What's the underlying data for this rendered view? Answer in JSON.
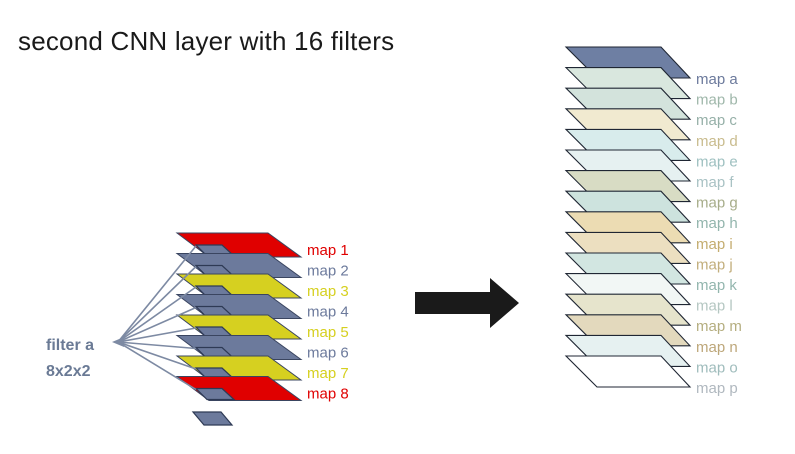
{
  "title": "second CNN layer with 16 filters",
  "filter": {
    "name": "filter a",
    "size": "8x2x2"
  },
  "left_maps": [
    {
      "label": "map 1",
      "color": "#e00000"
    },
    {
      "label": "map 2",
      "color": "#6c7a9c"
    },
    {
      "label": "map 3",
      "color": "#d6d020"
    },
    {
      "label": "map 4",
      "color": "#6c7a9c"
    },
    {
      "label": "map 5",
      "color": "#d6d020"
    },
    {
      "label": "map 6",
      "color": "#6c7a9c"
    },
    {
      "label": "map 7",
      "color": "#d6d020"
    },
    {
      "label": "map 8",
      "color": "#e00000"
    }
  ],
  "right_maps": [
    {
      "label": "map a",
      "fill": "#6e7fa3",
      "text": "#6c7a9c"
    },
    {
      "label": "map b",
      "fill": "#d9e7de",
      "text": "#9fb7aa"
    },
    {
      "label": "map c",
      "fill": "#d3e3dc",
      "text": "#96b0a8"
    },
    {
      "label": "map d",
      "fill": "#f1ead0",
      "text": "#c9bc8e"
    },
    {
      "label": "map e",
      "fill": "#d8ecec",
      "text": "#9ec0c0"
    },
    {
      "label": "map f",
      "fill": "#e6f1f1",
      "text": "#a9c2c4"
    },
    {
      "label": "map g",
      "fill": "#d8dcc4",
      "text": "#a7ad8a"
    },
    {
      "label": "map h",
      "fill": "#cde3de",
      "text": "#93b5ad"
    },
    {
      "label": "map i",
      "fill": "#ecdcb3",
      "text": "#c4ad70"
    },
    {
      "label": "map j",
      "fill": "#ecdfc0",
      "text": "#c2ae7c"
    },
    {
      "label": "map k",
      "fill": "#d2e6e1",
      "text": "#93b6ae"
    },
    {
      "label": "map l",
      "fill": "#f2f7f5",
      "text": "#b5c7c2"
    },
    {
      "label": "map m",
      "fill": "#e6e4cc",
      "text": "#b5ae80"
    },
    {
      "label": "map n",
      "fill": "#e3d9bd",
      "text": "#bda77a"
    },
    {
      "label": "map o",
      "fill": "#e6f1f1",
      "text": "#9fbcbc"
    },
    {
      "label": "map p",
      "fill": "#ffffff",
      "text": "#b0b8bf"
    }
  ]
}
